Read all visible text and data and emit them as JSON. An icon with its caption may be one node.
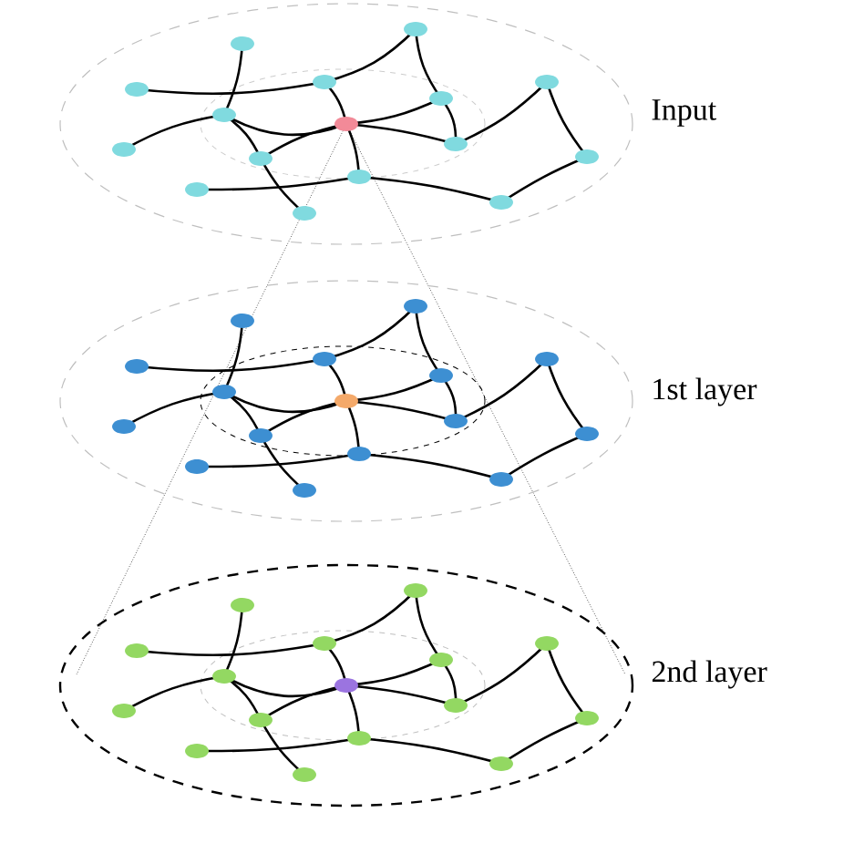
{
  "diagram": {
    "labels": [
      "Input",
      "1st layer",
      "2nd layer"
    ]
  }
}
